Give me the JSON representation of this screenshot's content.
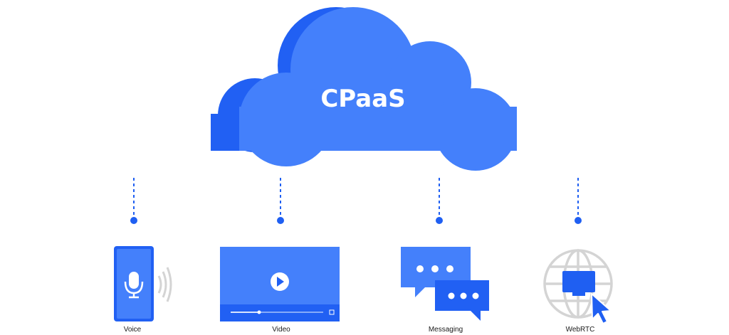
{
  "colors": {
    "cloud_primary": "#4480fb",
    "cloud_shadow": "#2160f3",
    "accent": "#1f5ff2",
    "globe": "#d4d4d4",
    "white": "#ffffff"
  },
  "cloud": {
    "title": "CPaaS"
  },
  "services": [
    {
      "label": "Voice",
      "icon": "phone-microphone-icon"
    },
    {
      "label": "Video",
      "icon": "video-player-icon"
    },
    {
      "label": "Messaging",
      "icon": "chat-bubbles-icon"
    },
    {
      "label": "WebRTC",
      "icon": "globe-cursor-icon"
    }
  ]
}
